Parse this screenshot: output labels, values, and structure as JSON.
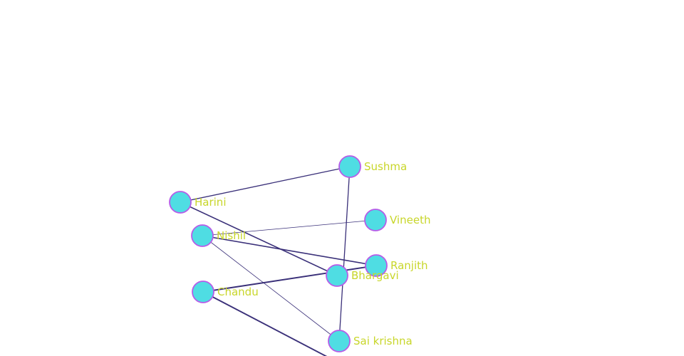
{
  "graph": {
    "colors": {
      "node_fill": "#4fdde3",
      "node_stroke": "#b65ce8",
      "edge": "#3a3079",
      "label": "#c8d62a",
      "background": "#ffffff"
    },
    "nodes": [
      {
        "id": "harini",
        "label": "Harini"
      },
      {
        "id": "sushma",
        "label": "Sushma"
      },
      {
        "id": "vineeth",
        "label": "Vineeth"
      },
      {
        "id": "nishil",
        "label": "Nishil"
      },
      {
        "id": "ranjith",
        "label": "Ranjith"
      },
      {
        "id": "bhargavi",
        "label": "Bhargavi"
      },
      {
        "id": "chandu",
        "label": "Chandu"
      },
      {
        "id": "saikrishna",
        "label": "Sai krishna"
      }
    ],
    "edges": [
      {
        "source": "harini",
        "target": "sushma"
      },
      {
        "source": "harini",
        "target": "bhargavi"
      },
      {
        "source": "nishil",
        "target": "vineeth"
      },
      {
        "source": "nishil",
        "target": "ranjith"
      },
      {
        "source": "nishil",
        "target": "saikrishna"
      },
      {
        "source": "sushma",
        "target": "saikrishna"
      },
      {
        "source": "chandu",
        "target": "ranjith"
      },
      {
        "source": "chandu",
        "target": "offscreen"
      }
    ]
  }
}
